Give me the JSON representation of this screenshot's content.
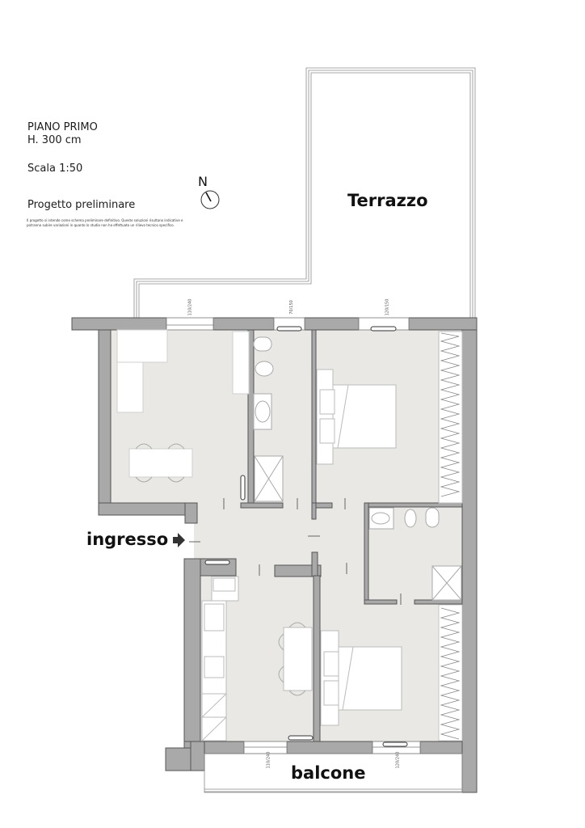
{
  "header": {
    "floor_title": "PIANO PRIMO",
    "height": "H. 300 cm",
    "scale": "Scala 1:50",
    "project_type": "Progetto preliminare",
    "note_line1": "Il progetto si intende come schema preliminare definitivo. Queste soluzioni risultano indicative e",
    "note_line2": "potranno subire variazioni in quanto lo studio non ha effettuato un rilievo tecnico specifico."
  },
  "north_arrow": {
    "label": "N",
    "icon": "compass-north-icon"
  },
  "rooms": {
    "terrace": "Terrazzo",
    "entrance": "ingresso",
    "balcony": "balcone"
  },
  "windows": [
    {
      "id": "living-north",
      "width": "110",
      "height": "240"
    },
    {
      "id": "bath-north",
      "width": "70",
      "height": "150"
    },
    {
      "id": "bedroom1-north",
      "width": "120",
      "height": "150"
    },
    {
      "id": "kitchen-south",
      "width": "110",
      "height": "240"
    },
    {
      "id": "bedroom2-south",
      "width": "120",
      "height": "240"
    }
  ],
  "colors": {
    "wall": "#a9a9a9",
    "wall_stroke": "#555555",
    "floor": "#e9e8e4",
    "furniture": "#ffffff",
    "furniture_stroke": "#bdbdbd"
  }
}
